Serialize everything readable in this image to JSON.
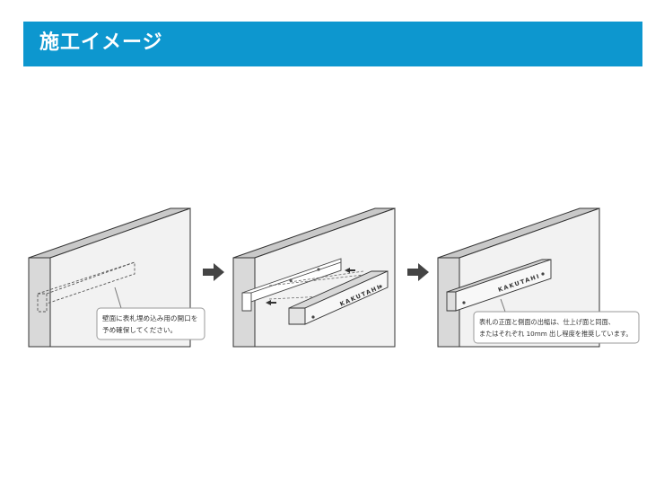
{
  "header": {
    "title": "施工イメージ",
    "color": "#0d97cf"
  },
  "steps": [
    {
      "callout_line1": "壁面に表札埋め込み用の開口を",
      "callout_line2": "予め確保してください。"
    },
    {
      "plate_text": "KAKUTAHI"
    },
    {
      "plate_text": "KAKUTAHI",
      "callout_line1": "表札の正面と側面の出幅は、仕上げ面と同面、",
      "callout_line2": "またはそれぞれ 10mm 出し程度を推奨しています。"
    }
  ],
  "arrows": [
    "arrow-icon",
    "arrow-icon"
  ]
}
